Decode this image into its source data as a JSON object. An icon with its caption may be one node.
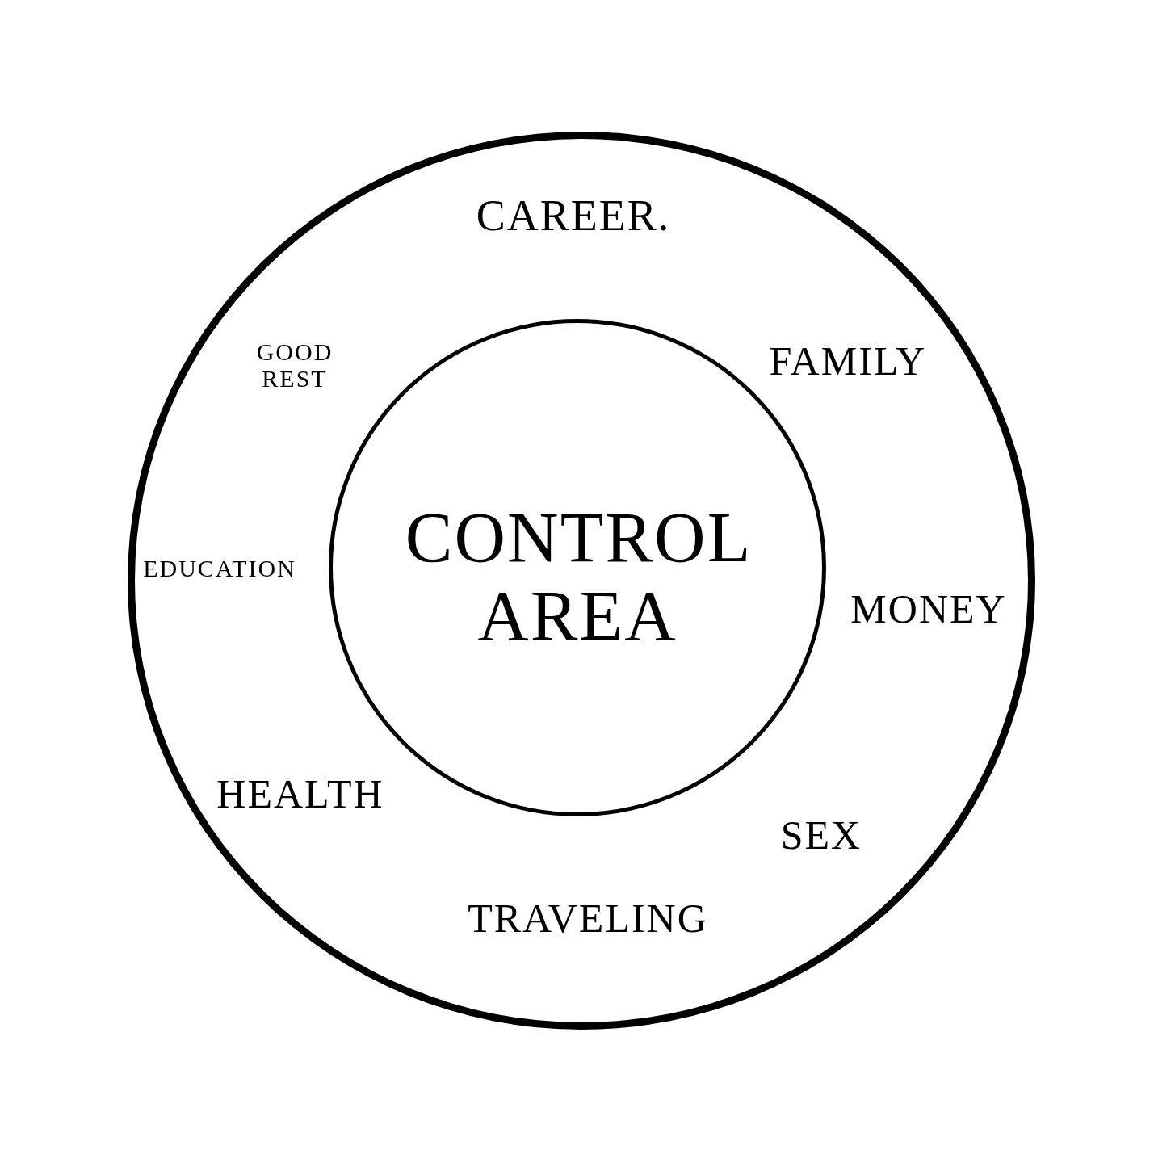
{
  "diagram": {
    "nodes": [
      {
        "text": [
          "CAREER.",
          "FAMILY",
          "GOOD REST",
          "EDUCATION",
          "MONEY",
          "HEALTH",
          "SEX",
          "TRAVELING"
        ]
      },
      {
        "text": [
          "CONTROL AREA"
        ],
        "in": 0
      }
    ]
  }
}
